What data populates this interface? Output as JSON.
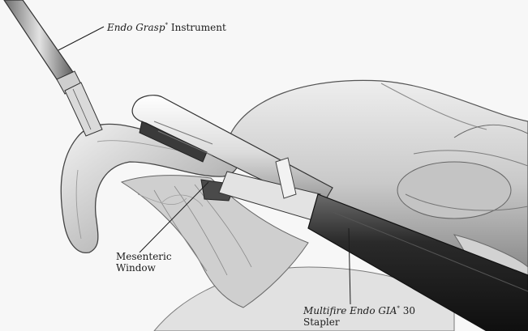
{
  "labels": {
    "grasp": {
      "name": "Endo Grasp",
      "mark": "*",
      "suffix": "Instrument"
    },
    "mesenteric": {
      "line1": "Mesenteric",
      "line2": "Window"
    },
    "stapler": {
      "name": "Multifire Endo GIA",
      "mark": "*",
      "suffix": "30",
      "line2": "Stapler"
    }
  },
  "colors": {
    "background": "#f7f7f7",
    "tissue": "#d9d9d9",
    "shadow": "#7a7a7a",
    "instrument_light": "#e6e6e6",
    "instrument_dark": "#2b2b2b",
    "ink": "#1b1b1b"
  }
}
